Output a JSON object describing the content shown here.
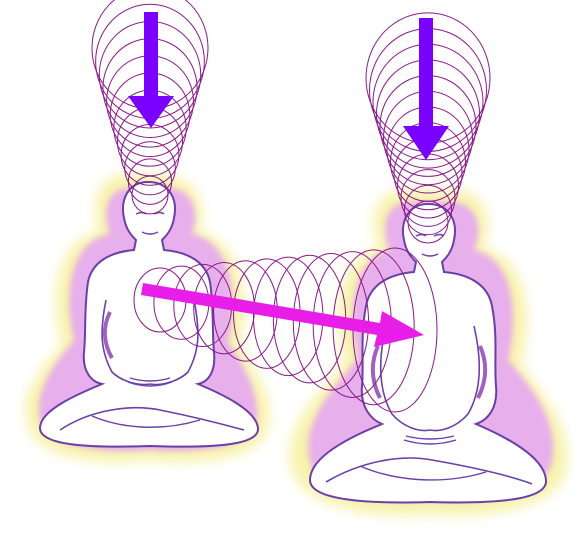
{
  "figures": [
    {
      "id": "left",
      "label": "meditator-left"
    },
    {
      "id": "right",
      "label": "meditator-right"
    }
  ],
  "colors": {
    "background": "#ffffff",
    "down_arrow": "#7a00ff",
    "transfer_arrow": "#e81ee8",
    "spiral": "#8a1a8a",
    "outline": "#6a3fa8",
    "aura_inner": "#e6a8f2",
    "aura_outer": "#f5ee90"
  },
  "icons": {
    "crown_arrow": "down-arrow-icon",
    "heart_transfer": "right-arrow-icon"
  }
}
